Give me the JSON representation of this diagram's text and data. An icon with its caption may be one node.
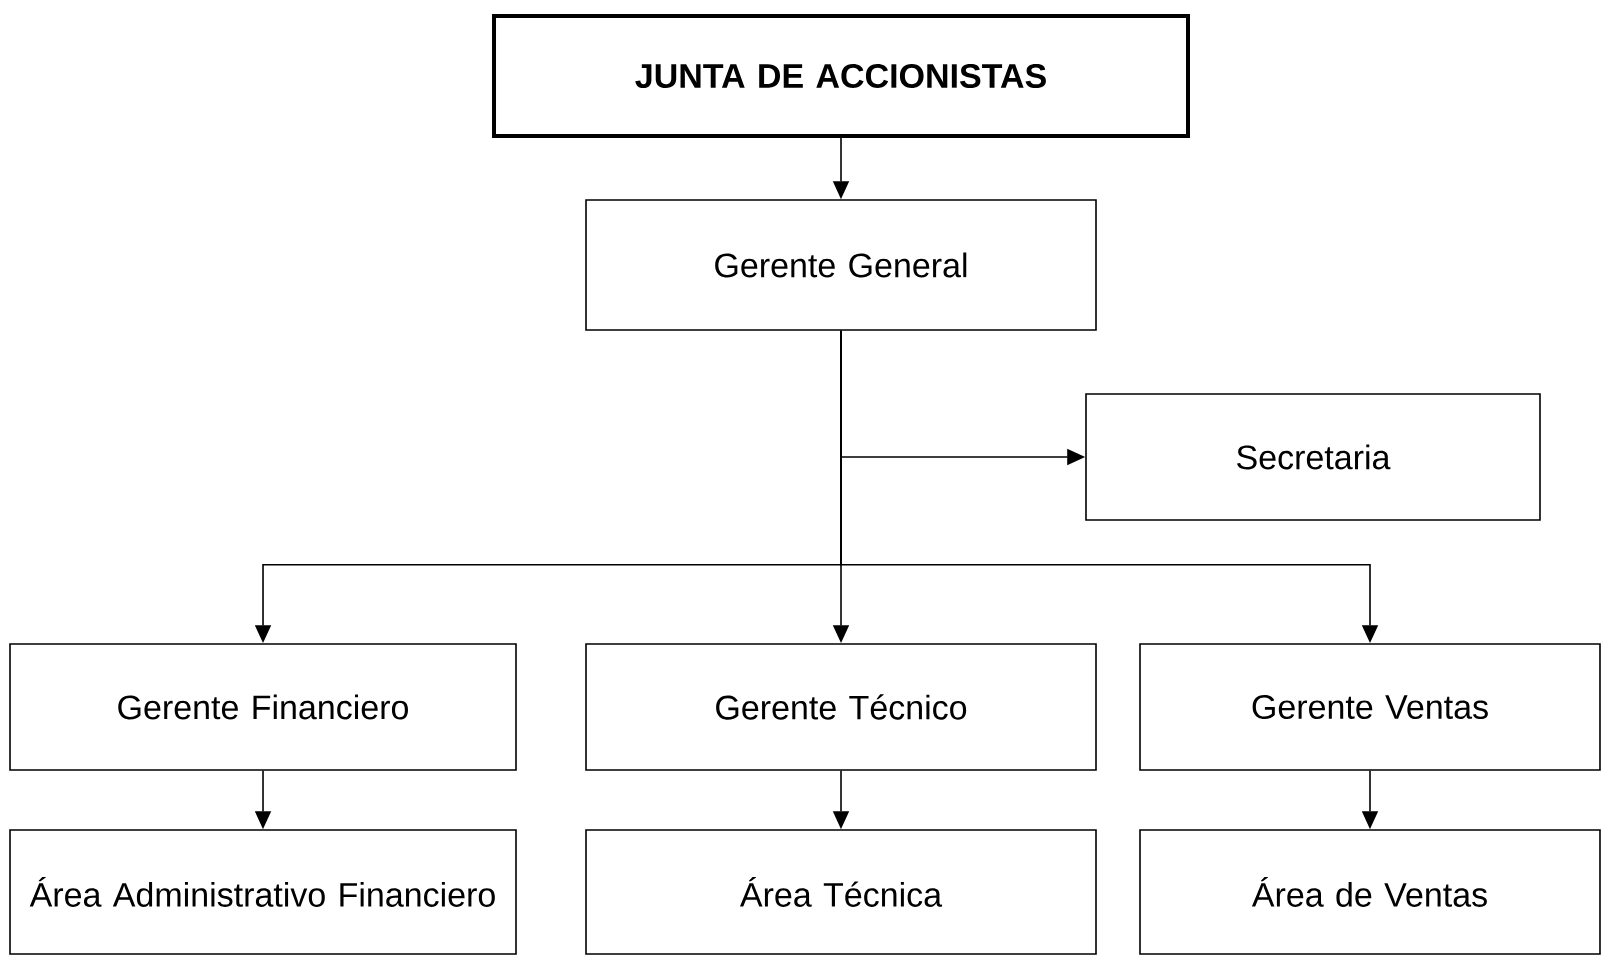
{
  "diagram": {
    "nodes": [
      {
        "text": [
          "JUNTA DE ACCIONISTAS"
        ]
      },
      {
        "text": [
          "Gerente General"
        ]
      },
      {
        "text": [
          "Secretaria"
        ]
      },
      {
        "text": [
          "Gerente Financiero"
        ]
      },
      {
        "text": [
          "Gerente Técnico"
        ]
      },
      {
        "text": [
          "Gerente Ventas"
        ]
      },
      {
        "text": [
          "Área Administrativo Financiero"
        ]
      },
      {
        "text": [
          "Área Técnica"
        ]
      },
      {
        "text": [
          "Área de Ventas"
        ]
      }
    ],
    "edges": [
      {
        "from": 0,
        "to": 1,
        "arrow": "to"
      },
      {
        "from": 1,
        "to": 2,
        "arrow": "to"
      },
      {
        "from": 1,
        "to": 3,
        "arrow": "to"
      },
      {
        "from": 1,
        "to": 4,
        "arrow": "to"
      },
      {
        "from": 1,
        "to": 5,
        "arrow": "to"
      },
      {
        "from": 3,
        "to": 6,
        "arrow": "to"
      },
      {
        "from": 4,
        "to": 7,
        "arrow": "to"
      },
      {
        "from": 5,
        "to": 8,
        "arrow": "to"
      }
    ]
  }
}
